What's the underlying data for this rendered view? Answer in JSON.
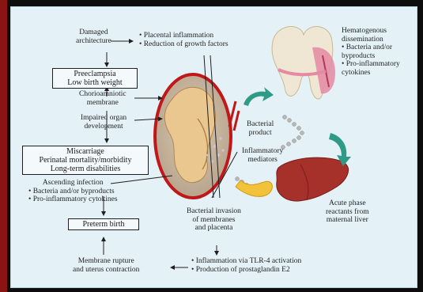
{
  "labels": {
    "damaged_architecture": [
      "Damaged",
      "architecture"
    ],
    "placental_effects": [
      "• Placental inflammation",
      "• Reduction of growth factors"
    ],
    "preeclampsia": [
      "Preeclampsia",
      "Low birth weight"
    ],
    "chorioamniotic": [
      "Chorioamniotic",
      "membrane"
    ],
    "impaired_organ": [
      "Impaired organ",
      "development"
    ],
    "miscarriage": [
      "Miscarriage",
      "Perinatal mortality/morbidity",
      "Long-term disabilities"
    ],
    "ascending_infection": [
      "Ascending infection",
      "• Bacteria and/or byproducts",
      "• Pro-inflammatory cytokines"
    ],
    "preterm_birth": [
      "Preterm birth"
    ],
    "membrane_rupture": [
      "Membrane rupture",
      "and uterus contraction"
    ],
    "hematogenous": [
      "Hematogenous",
      "dissemination",
      "• Bacteria and/or",
      "  byproducts",
      "• Pro-inflammatory",
      "  cytokines"
    ],
    "bacterial_product": [
      "Bacterial",
      "product"
    ],
    "inflammatory_mediators": [
      "Inflammatory",
      "mediators"
    ],
    "bacterial_invasion": [
      "Bacterial invasion",
      "of membranes",
      "and placenta"
    ],
    "acute_phase": [
      "Acute phase",
      "reactants from",
      "maternal liver"
    ],
    "tlr4": [
      "• Inflammation via TLR-4 activation",
      "• Production of prostaglandin E2"
    ]
  },
  "colors": {
    "panel": "#e4f2f7",
    "frame": "#0d0d0d",
    "accent_red": "#c01818",
    "teal_arrow": "#2f9a86",
    "liver": "#a6302a",
    "tooth": "#efe6d3",
    "gum": "#e48aa2"
  },
  "icons": [
    "tooth-illustration",
    "uterus-illustration",
    "liver-illustration",
    "bacteria-chain",
    "teal-curved-arrow"
  ]
}
